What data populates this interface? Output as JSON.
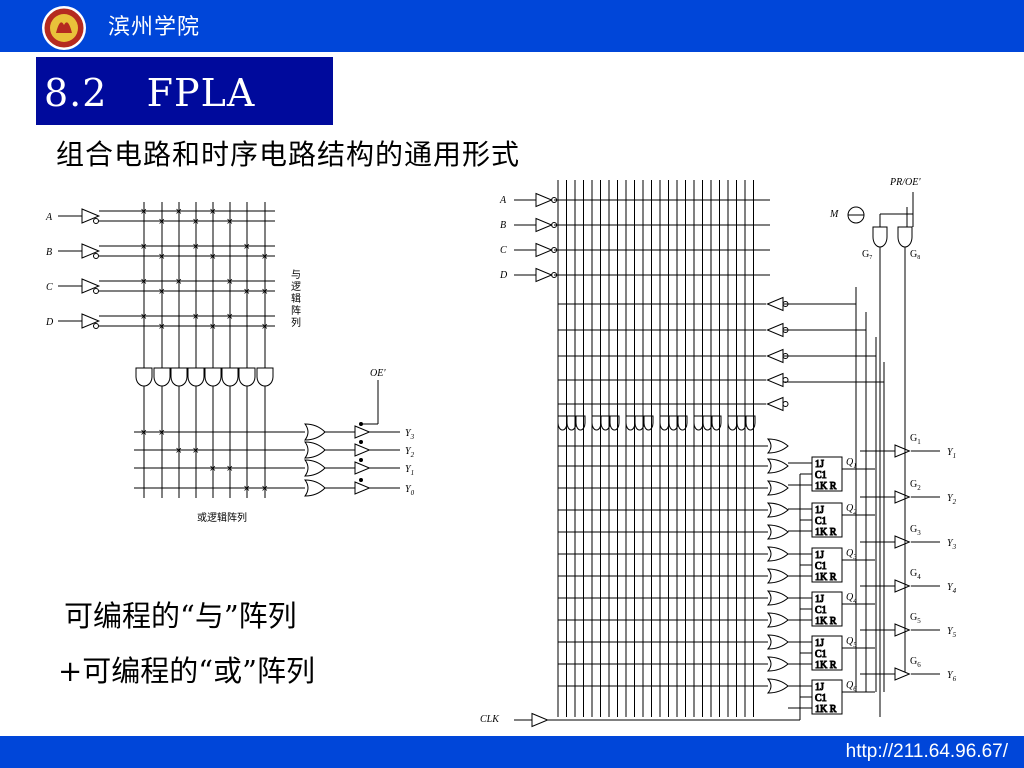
{
  "header": {
    "college": "滨州学院"
  },
  "slide": {
    "title": "8.2   FPLA",
    "subtitle": "组合电路和时序电路结构的通用形式",
    "note_line1": "可编程的“与”阵列",
    "note_line2": "+可编程的“或”阵列"
  },
  "footer": {
    "url": "http://211.64.96.67/"
  },
  "left_diagram": {
    "inputs": [
      "A",
      "B",
      "C",
      "D"
    ],
    "and_array_label": "与逻辑阵列",
    "or_array_label": "或逻辑阵列",
    "oe_label": "OE'",
    "outputs": [
      {
        "name": "Y",
        "sub": "3"
      },
      {
        "name": "Y",
        "sub": "2"
      },
      {
        "name": "Y",
        "sub": "1"
      },
      {
        "name": "Y",
        "sub": "0"
      }
    ]
  },
  "right_diagram": {
    "inputs": [
      "A",
      "B",
      "C",
      "D"
    ],
    "m_label": "M",
    "pr_label": "PR/OE'",
    "g7_label": {
      "name": "G",
      "sub": "7"
    },
    "g8_label": {
      "name": "G",
      "sub": "8"
    },
    "clk_label": "CLK",
    "ff_line1": "1J",
    "ff_line2": "C1",
    "ff_line3": "1K R",
    "q_labels": [
      {
        "name": "Q",
        "sub": "1"
      },
      {
        "name": "Q",
        "sub": "2"
      },
      {
        "name": "Q",
        "sub": "3"
      },
      {
        "name": "Q",
        "sub": "4"
      },
      {
        "name": "Q",
        "sub": "5"
      },
      {
        "name": "Q",
        "sub": "6"
      }
    ],
    "g_labels": [
      {
        "name": "G",
        "sub": "1"
      },
      {
        "name": "G",
        "sub": "2"
      },
      {
        "name": "G",
        "sub": "3"
      },
      {
        "name": "G",
        "sub": "4"
      },
      {
        "name": "G",
        "sub": "5"
      },
      {
        "name": "G",
        "sub": "6"
      }
    ],
    "y_labels": [
      {
        "name": "Y",
        "sub": "1"
      },
      {
        "name": "Y",
        "sub": "2"
      },
      {
        "name": "Y",
        "sub": "3"
      },
      {
        "name": "Y",
        "sub": "4"
      },
      {
        "name": "Y",
        "sub": "5"
      },
      {
        "name": "Y",
        "sub": "6"
      }
    ]
  }
}
